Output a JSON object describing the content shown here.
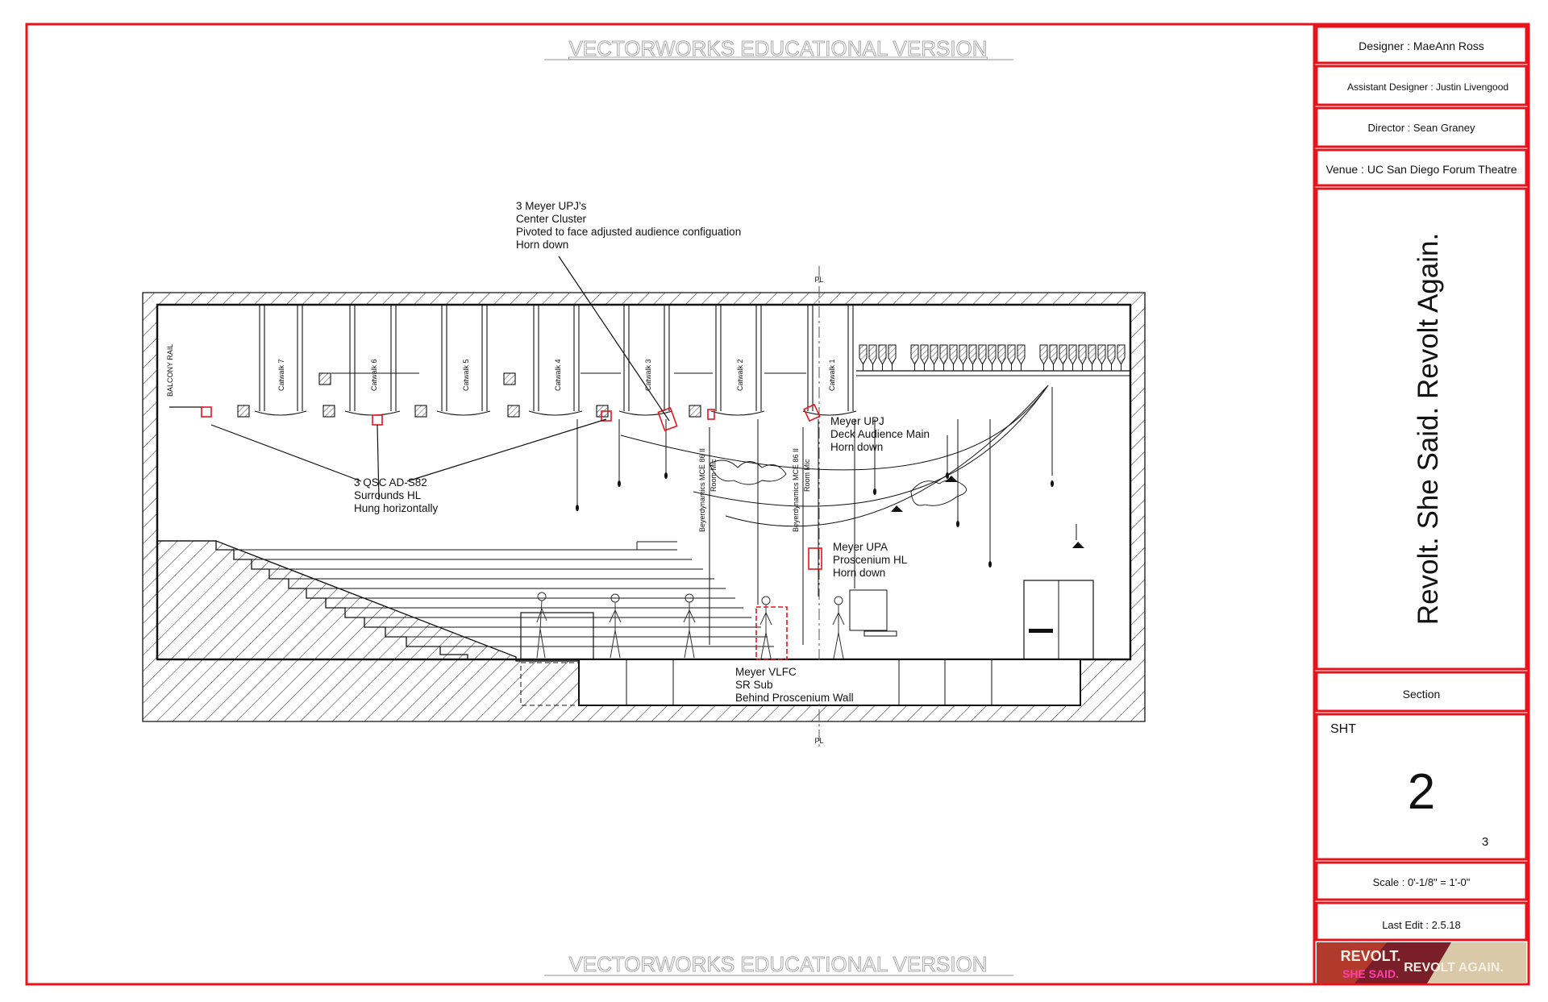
{
  "watermark": "VECTORWORKS EDUCATIONAL VERSION",
  "title_block": {
    "designer": "Designer : MaeAnn Ross",
    "assistant_designer": "Assistant Designer : Justin Livengood",
    "director": "Director : Sean Graney",
    "venue": "Venue : UC San Diego Forum Theatre",
    "show_title": "Revolt. She Said. Revolt Again.",
    "view": "Section",
    "sheet_label": "SHT",
    "sheet_number": "2",
    "sheet_count": "3",
    "scale": "Scale : 0'-1/8\" = 1'-0\"",
    "last_edit": "Last Edit : 2.5.18",
    "logo_line1": "REVOLT.",
    "logo_line2": "SHE SAID.",
    "logo_line3": "REVOLT AGAIN."
  },
  "drawing": {
    "plaster_line": "PL",
    "balcony_rail": "BALCONY RAIL",
    "catwalks": [
      "Catwalk 7",
      "Catwalk 6",
      "Catwalk 5",
      "Catwalk 4",
      "Catwalk 3",
      "Catwalk 2",
      "Catwalk 1"
    ],
    "mic_label_1": "Beyerdynamics MCE 86 II",
    "mic_sub_1": "Room Mic",
    "mic_label_2": "Beyerdynamics MCE 86 II",
    "mic_sub_2": "Room Mic"
  },
  "callouts": {
    "center_cluster": [
      "3 Meyer UPJ's",
      "Center Cluster",
      "Pivoted to face adjusted audience configuation",
      "Horn down"
    ],
    "surrounds": [
      "3 QSC AD-S82",
      "Surrounds HL",
      "Hung horizontally"
    ],
    "deck_main": [
      "Meyer UPJ",
      "Deck Audience Main",
      "Horn down"
    ],
    "proscenium": [
      "Meyer UPA",
      "Proscenium HL",
      "Horn down"
    ],
    "sub": [
      "Meyer VLFC",
      "SR Sub",
      "Behind Proscenium Wall"
    ]
  },
  "colors": {
    "border_red": "#e8141c",
    "speaker_red": "#e8141c",
    "line": "#111111",
    "watermark_gray": "#a8a8a8"
  }
}
